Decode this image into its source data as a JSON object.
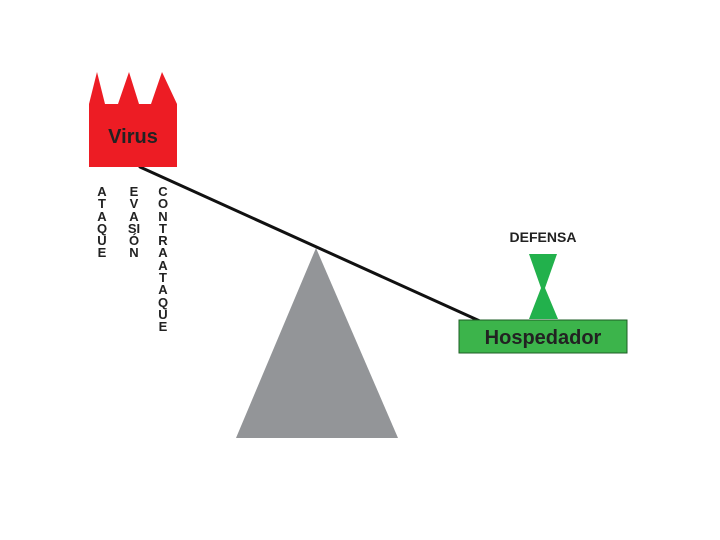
{
  "virus": {
    "label": "Virus",
    "color": "#ed1c24"
  },
  "host": {
    "label": "Hospedador",
    "color": "#3cb44b"
  },
  "defense": {
    "label": "DEFENSA",
    "color": "#22b14c"
  },
  "fulcrum": {
    "color": "#939598"
  },
  "strategies": [
    "ATAQUE",
    "EVASIÓN",
    "CONTRAATAQUE"
  ]
}
